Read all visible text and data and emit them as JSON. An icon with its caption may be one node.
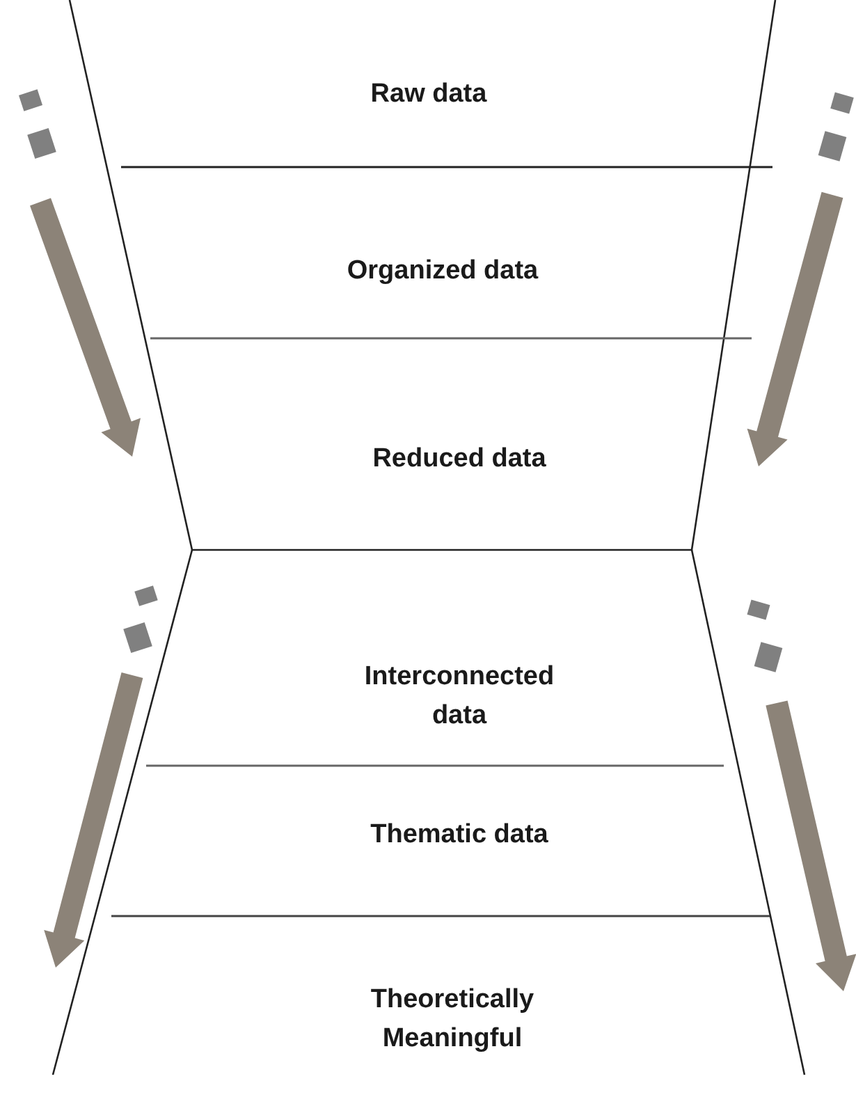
{
  "diagram": {
    "nodes": [
      {
        "text": [
          "Raw data"
        ]
      },
      {
        "text": [
          "Organized data"
        ]
      },
      {
        "text": [
          "Reduced data"
        ]
      },
      {
        "text": [
          "Interconnected data"
        ]
      },
      {
        "text": [
          "Thematic data"
        ]
      },
      {
        "text": [
          "Theoretically Meaningful"
        ]
      }
    ]
  }
}
